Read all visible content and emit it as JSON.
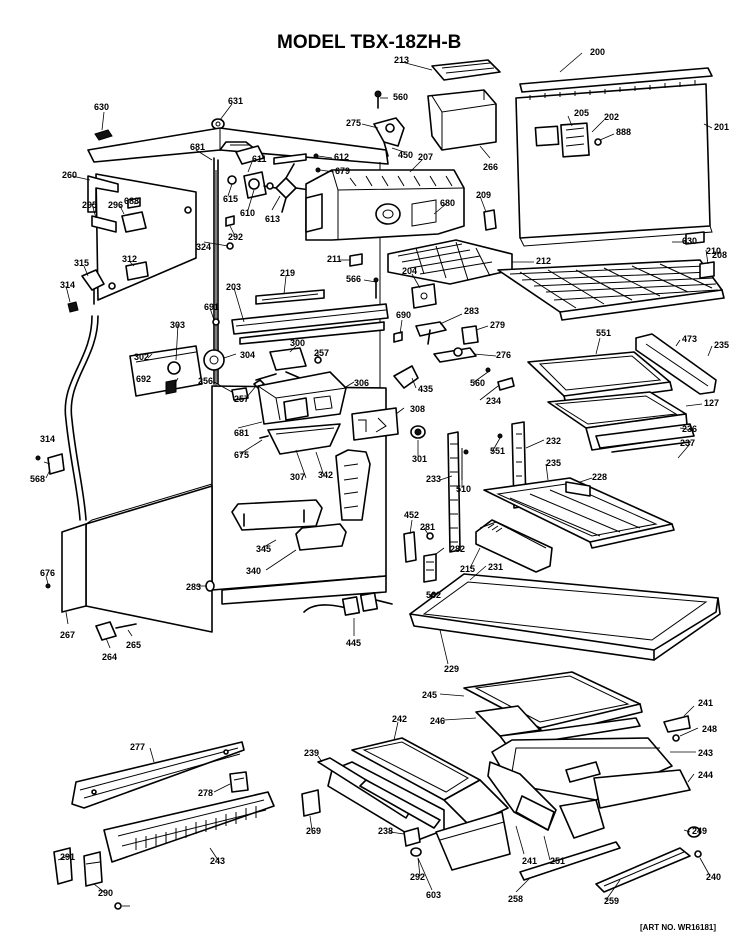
{
  "title": "MODEL TBX-18ZH-B",
  "art_no": "[ART NO. WR16181]",
  "part_numbers": [
    "200",
    "213",
    "560",
    "630",
    "631",
    "275",
    "205",
    "202",
    "888",
    "201",
    "266",
    "450",
    "681",
    "611",
    "612",
    "679",
    "207",
    "260",
    "615",
    "610",
    "295",
    "296",
    "688",
    "613",
    "209",
    "680",
    "292",
    "324",
    "211",
    "204",
    "566",
    "212",
    "210",
    "630",
    "208",
    "315",
    "312",
    "314",
    "219",
    "203",
    "283",
    "691",
    "690",
    "279",
    "303",
    "300",
    "257",
    "304",
    "302",
    "276",
    "473",
    "551",
    "235",
    "692",
    "256",
    "306",
    "435",
    "560",
    "257",
    "308",
    "234",
    "127",
    "681",
    "236",
    "675",
    "301",
    "342",
    "307",
    "551",
    "232",
    "237",
    "314",
    "568",
    "233",
    "510",
    "235",
    "228",
    "452",
    "281",
    "282",
    "345",
    "340",
    "215",
    "231",
    "676",
    "283",
    "562",
    "267",
    "445",
    "264",
    "265",
    "229",
    "245",
    "241",
    "246",
    "248",
    "242",
    "243",
    "277",
    "239",
    "244",
    "278",
    "269",
    "238",
    "249",
    "291",
    "241",
    "251",
    "292",
    "243",
    "240",
    "290",
    "603",
    "258",
    "259"
  ]
}
